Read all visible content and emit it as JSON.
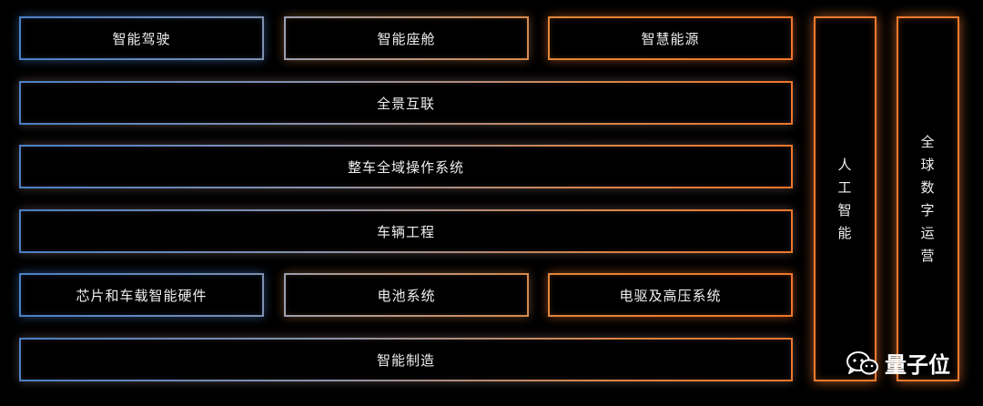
{
  "top_row": [
    "智能驾驶",
    "智能座舱",
    "智慧能源"
  ],
  "wide_rows": [
    "全景互联",
    "整车全域操作系统",
    "车辆工程"
  ],
  "lower_row": [
    "芯片和车载智能硬件",
    "电池系统",
    "电驱及高压系统"
  ],
  "bottom_row": "智能制造",
  "side_columns": [
    {
      "chars": [
        "人",
        "工",
        "智",
        "能"
      ]
    },
    {
      "chars": [
        "全",
        "球",
        "数",
        "字",
        "运",
        "营"
      ]
    }
  ],
  "watermark": {
    "text": "量子位",
    "icon": "wechat-icon"
  },
  "colors": {
    "blue": "#4a7fc6",
    "orange": "#f0762a",
    "background": "#000000"
  }
}
